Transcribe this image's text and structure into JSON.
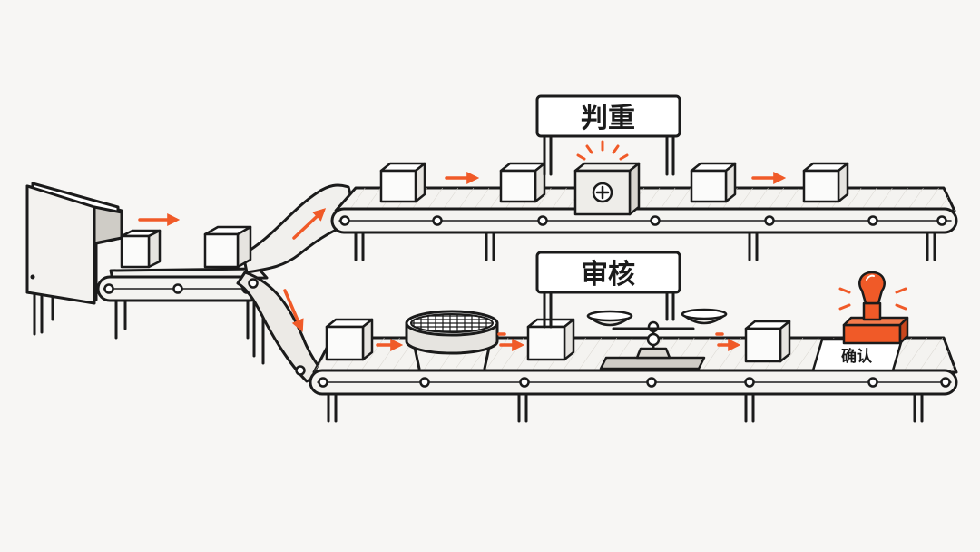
{
  "upper_line": {
    "label": "判重"
  },
  "lower_line": {
    "label": "审核"
  },
  "stamp": {
    "label": "确认"
  },
  "colors": {
    "accent": "#f05a28",
    "outline": "#1b1b1b",
    "belt": "#f4f3f0",
    "box": "#fbfbfa",
    "background": "#f7f6f4"
  }
}
